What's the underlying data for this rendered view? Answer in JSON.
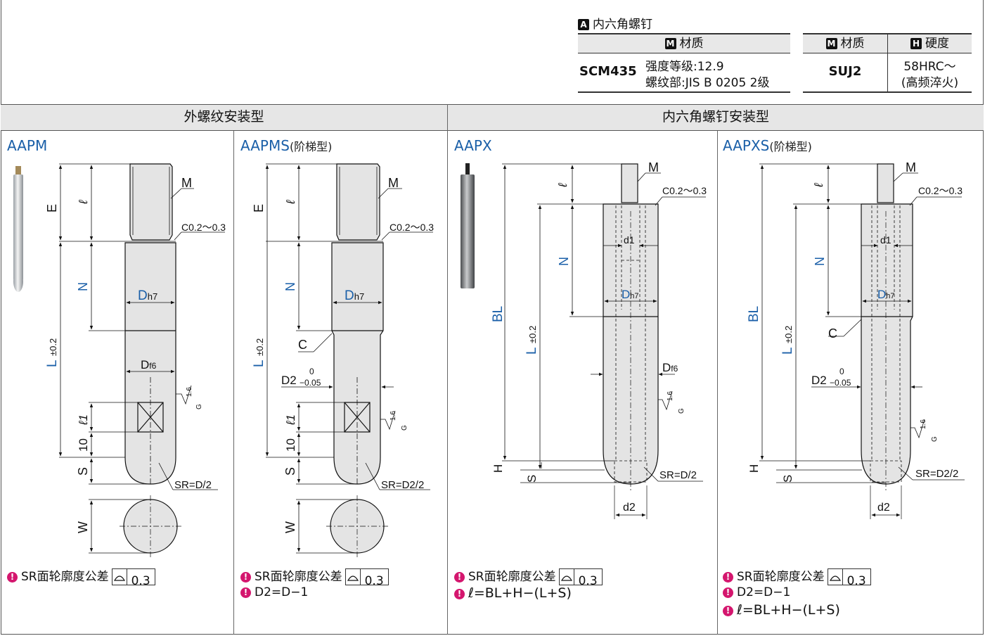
{
  "screw_label_key": "A",
  "screw_label": "内六角螺钉",
  "material_key": "M",
  "hardness_key": "H",
  "table1": {
    "header": "材质",
    "material": "SCM435",
    "spec_line1": "强度等级:12.9",
    "spec_line2": "螺纹部:JIS B 0205 2级"
  },
  "table2": {
    "header_material": "材质",
    "header_hardness": "硬度",
    "material": "SUJ2",
    "hardness_line1": "58HRC～",
    "hardness_line2": "(高频淬火)"
  },
  "sections": {
    "external": "外螺纹安装型",
    "socket": "内六角螺钉安装型"
  },
  "panels": [
    {
      "code": "AAPM",
      "sub": ""
    },
    {
      "code": "AAPMS",
      "sub": "(阶梯型)"
    },
    {
      "code": "AAPX",
      "sub": ""
    },
    {
      "code": "AAPXS",
      "sub": "(阶梯型)"
    }
  ],
  "labels": {
    "E": "E",
    "ell": "ℓ",
    "N": "N",
    "L": "L",
    "L_tol": "±0.2",
    "M": "M",
    "chamfer": "C0.2～0.3",
    "D": "D",
    "h7": "h7",
    "f6": "f6",
    "ell1": "ℓ1",
    "ten": "10",
    "S": "S",
    "SR1": "SR=D/2",
    "SR2": "SR=D2/2",
    "W": "W",
    "C": "C",
    "D2": "D2",
    "D2_tol_top": "0",
    "D2_tol_bot": "−0.05",
    "BL": "BL",
    "H": "H",
    "d1": "d1",
    "d2": "d2",
    "rough": "1.6",
    "G": "G"
  },
  "notes": {
    "profile": "SR面轮廓度公差",
    "profile_value": "0.3",
    "d2_formula": "D2=D−1",
    "ell_formula": "ℓ=BL+H−(L+S)"
  },
  "colors": {
    "accent_blue": "#1a5fa8",
    "warn_pink": "#d4166e",
    "header_gray": "#e6e6e6"
  }
}
